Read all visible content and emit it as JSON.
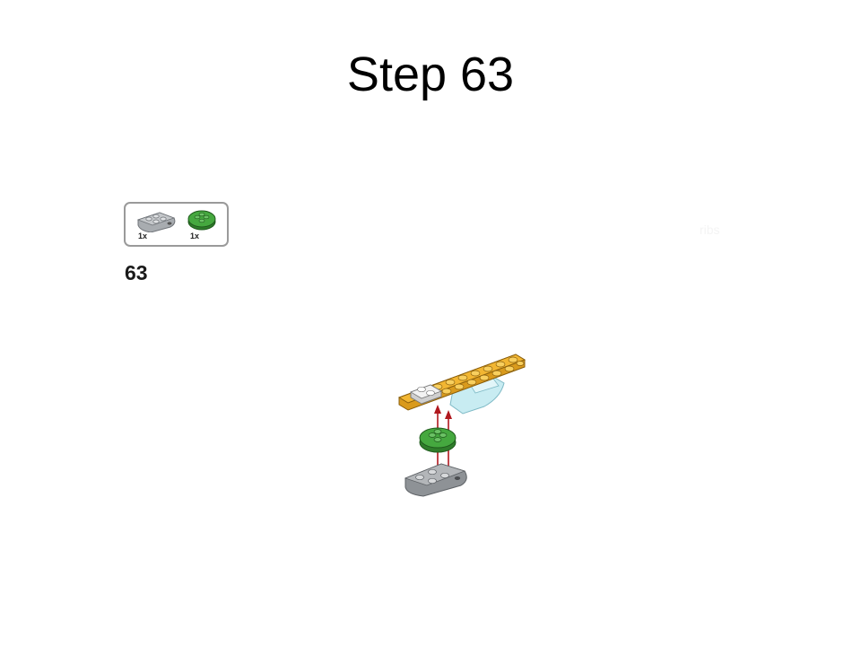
{
  "slide": {
    "title": "Step 63"
  },
  "parts_list": {
    "items": [
      {
        "icon": "gray-round-end-plate-icon",
        "qty": "1x",
        "color": "#a8acb0"
      },
      {
        "icon": "green-round-plate-icon",
        "qty": "1x",
        "color": "#3f9a3a"
      }
    ]
  },
  "step": {
    "number": "63"
  },
  "watermark": {
    "text": "ribs"
  },
  "colors": {
    "background": "#ffffff",
    "yellow_plate": "#f2b632",
    "white_tile": "#e8e8e8",
    "trans_light_blue": "#c8ecf2",
    "green_plate": "#3f9a3a",
    "gray_plate": "#a8acb0",
    "arrow_red": "#b0181e"
  }
}
